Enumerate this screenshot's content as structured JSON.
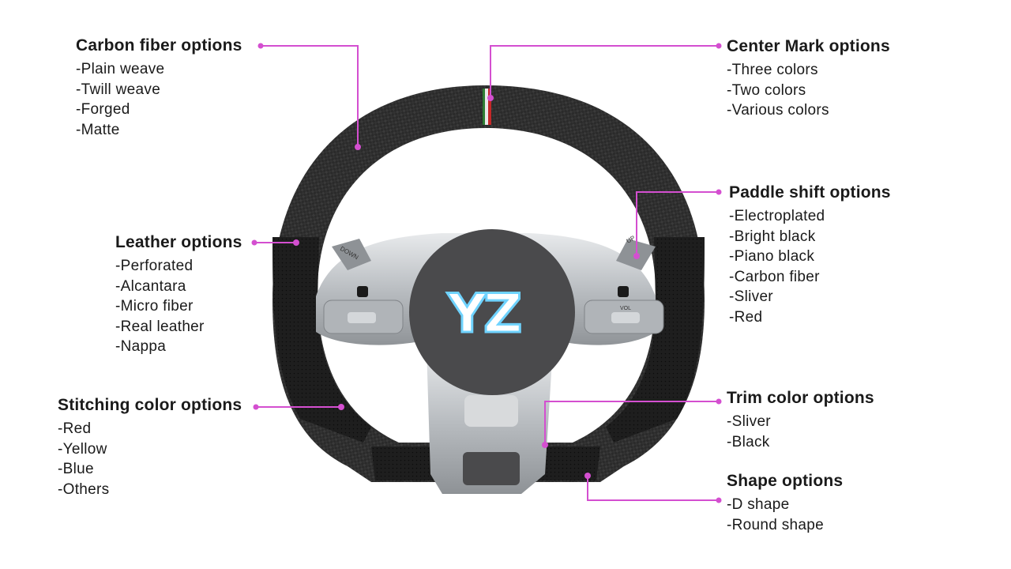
{
  "logo_text": "YZ",
  "wheel_labels": {
    "down": "DOWN",
    "up": "UP",
    "vol": "VOL"
  },
  "colors": {
    "accent": "#d44fd0",
    "carbon": "#2b2b2b",
    "leather": "#1c1c1c",
    "trim": "#c9ccd0",
    "hub": "#4a4a4c",
    "logo_glow": "#6fd3ff"
  },
  "groups": {
    "carbon": {
      "title": "Carbon fiber options",
      "items": [
        "-Plain weave",
        "-Twill weave",
        "-Forged",
        "-Matte"
      ]
    },
    "leather": {
      "title": "Leather options",
      "items": [
        "-Perforated",
        "-Alcantara",
        "-Micro fiber",
        "-Real leather",
        "-Nappa"
      ]
    },
    "stitching": {
      "title": "Stitching color options",
      "items": [
        "-Red",
        "-Yellow",
        "-Blue",
        "-Others"
      ]
    },
    "center": {
      "title": "Center Mark options",
      "items": [
        "-Three colors",
        "-Two colors",
        "-Various colors"
      ]
    },
    "paddle": {
      "title": "Paddle shift options",
      "items": [
        "-Electroplated",
        "-Bright black",
        "-Piano black",
        "-Carbon fiber",
        "-Sliver",
        "-Red"
      ]
    },
    "trim": {
      "title": "Trim color options",
      "items": [
        "-Sliver",
        "-Black"
      ]
    },
    "shape": {
      "title": "Shape options",
      "items": [
        "-D shape",
        "-Round shape"
      ]
    }
  }
}
